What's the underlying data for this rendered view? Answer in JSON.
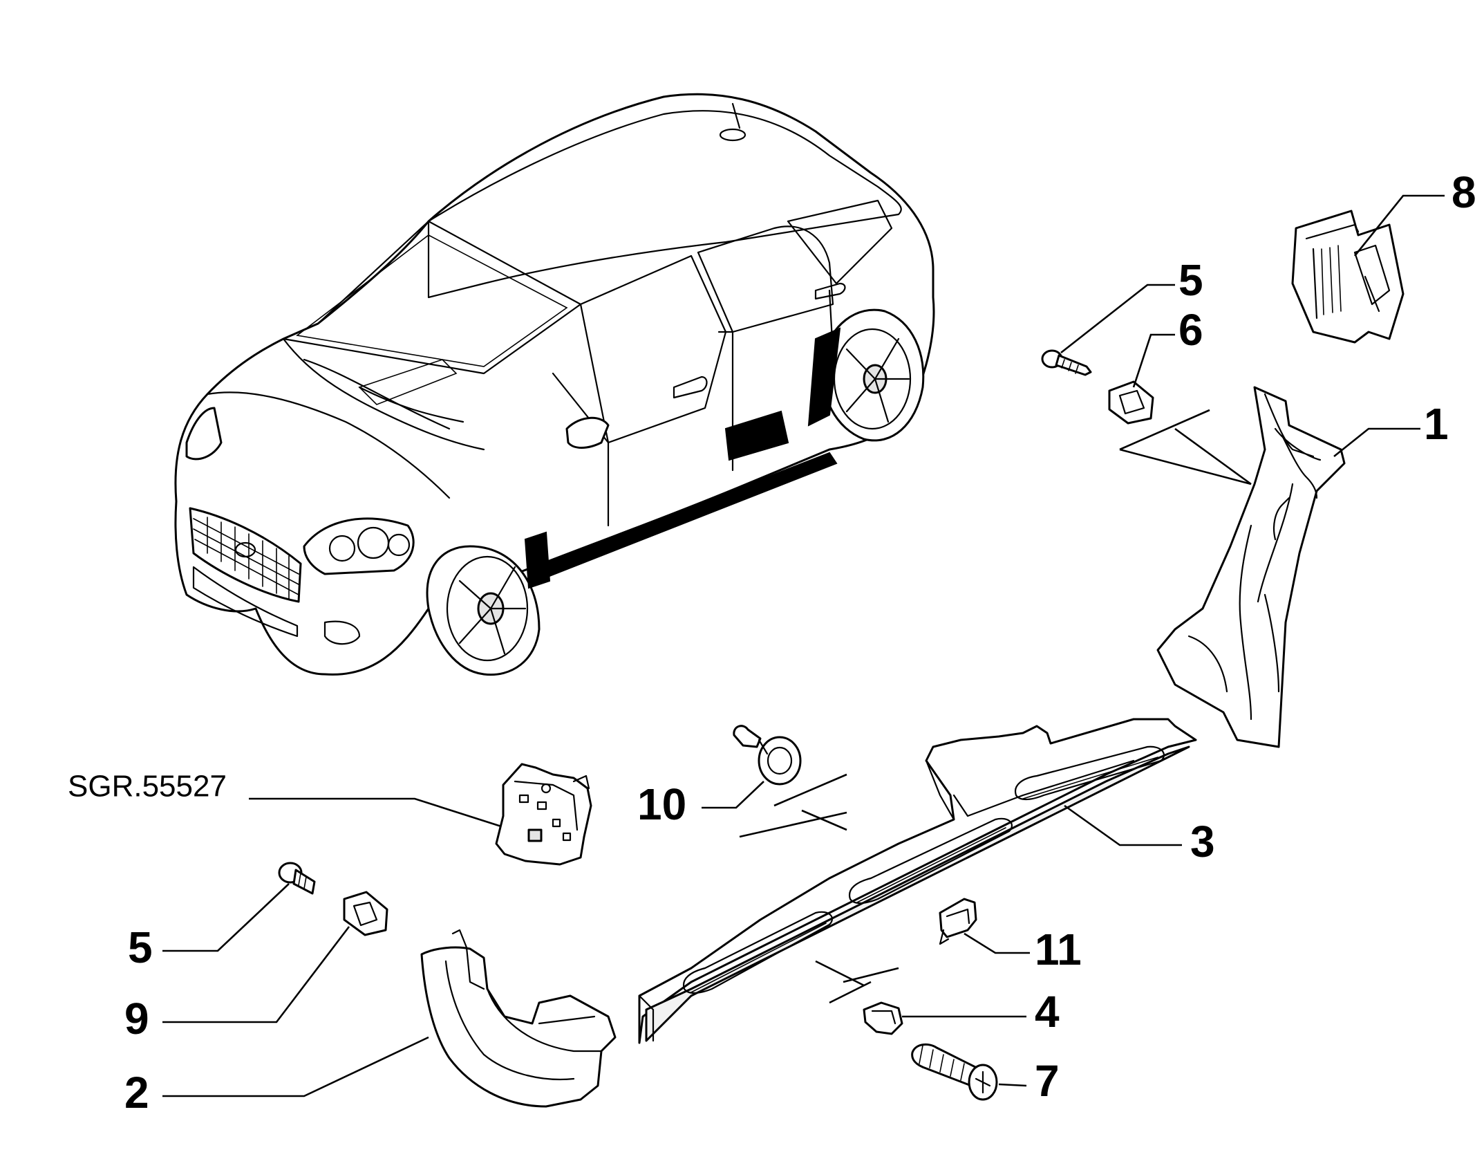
{
  "callouts": {
    "c1": "1",
    "c2": "2",
    "c3": "3",
    "c4": "4",
    "c5a": "5",
    "c5b": "5",
    "c6": "6",
    "c7": "7",
    "c8": "8",
    "c9": "9",
    "c10": "10",
    "c11": "11"
  },
  "reference": "SGR.55527"
}
